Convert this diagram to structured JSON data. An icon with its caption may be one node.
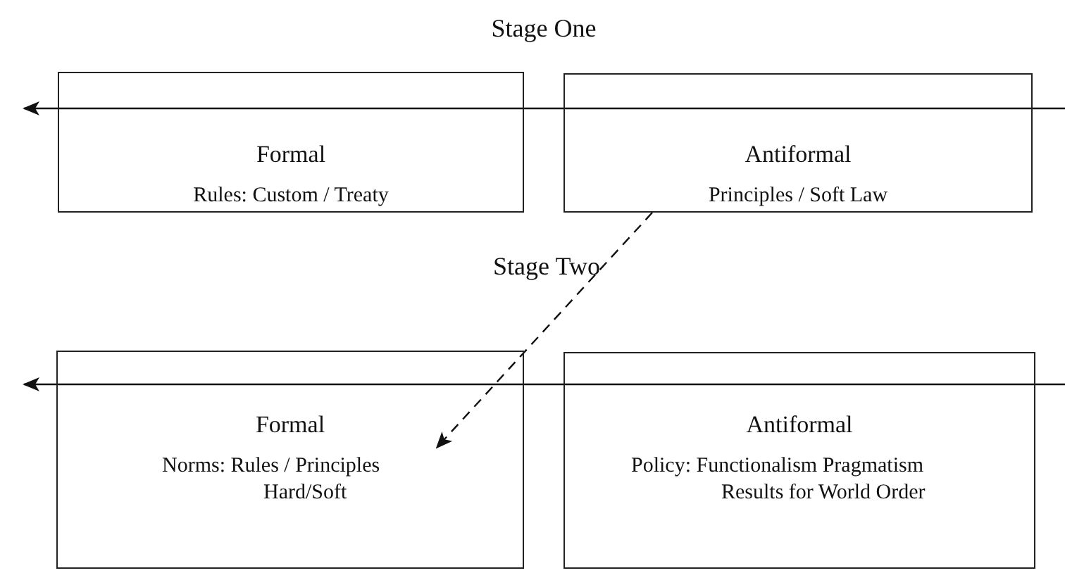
{
  "diagram": {
    "nodes": [
      {
        "text": [
          "Formal",
          "Rules: Custom / Treaty"
        ]
      },
      {
        "text": [
          "Antiformal",
          "Principles / Soft Law"
        ]
      },
      {
        "text": [
          "Formal",
          "Norms: Rules / Principles Hard/Soft"
        ]
      },
      {
        "text": [
          "Antiformal",
          "Policy: Functionalism Pragmatism Results for World Order"
        ]
      }
    ],
    "edges": [
      {
        "from": 1,
        "to": 2,
        "arrow": "to",
        "style": "dashed"
      }
    ],
    "labels": [
      "Stage One",
      "Stage Two"
    ]
  }
}
